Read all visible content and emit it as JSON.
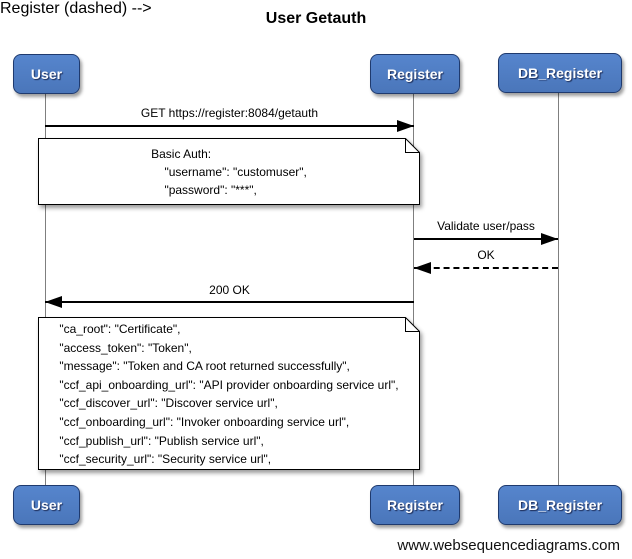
{
  "title": "User Getauth",
  "watermark": "www.websequencediagrams.com",
  "actors": [
    {
      "id": "user",
      "label": "User"
    },
    {
      "id": "register",
      "label": "Register"
    },
    {
      "id": "db_register",
      "label": "DB_Register"
    }
  ],
  "messages": [
    {
      "label": "GET https://register:8084/getauth",
      "from": "user",
      "to": "register",
      "style": "solid"
    },
    {
      "label": "Validate user/pass",
      "from": "register",
      "to": "db_register",
      "style": "solid"
    },
    {
      "label": "OK",
      "from": "db_register",
      "to": "register",
      "style": "dashed"
    },
    {
      "label": "200 OK",
      "from": "register",
      "to": "user",
      "style": "solid"
    }
  ],
  "notes": [
    {
      "over": [
        "user",
        "register"
      ],
      "lines": [
        "Basic Auth:",
        "    \"username\": \"customuser\",",
        "    \"password\": \"***\","
      ]
    },
    {
      "over": [
        "user",
        "register"
      ],
      "lines": [
        "\"ca_root\": \"Certificate\",",
        "\"access_token\": \"Token\",",
        "\"message\": \"Token and CA root returned successfully\",",
        "\"ccf_api_onboarding_url\": \"API provider onboarding service url\",",
        "\"ccf_discover_url\": \"Discover service url\",",
        "\"ccf_onboarding_url\": \"Invoker onboarding service url\",",
        "\"ccf_publish_url\": \"Publish service url\",",
        "\"ccf_security_url\": \"Security service url\","
      ]
    }
  ],
  "colors": {
    "actor_fill": "#4E7CC3",
    "actor_border": "#1F3A6E",
    "actor_text": "#FFFFFF",
    "lifeline": "#7F7F7F",
    "arrow": "#000000",
    "note_fill": "#FFFFFF",
    "note_border": "#000000"
  }
}
